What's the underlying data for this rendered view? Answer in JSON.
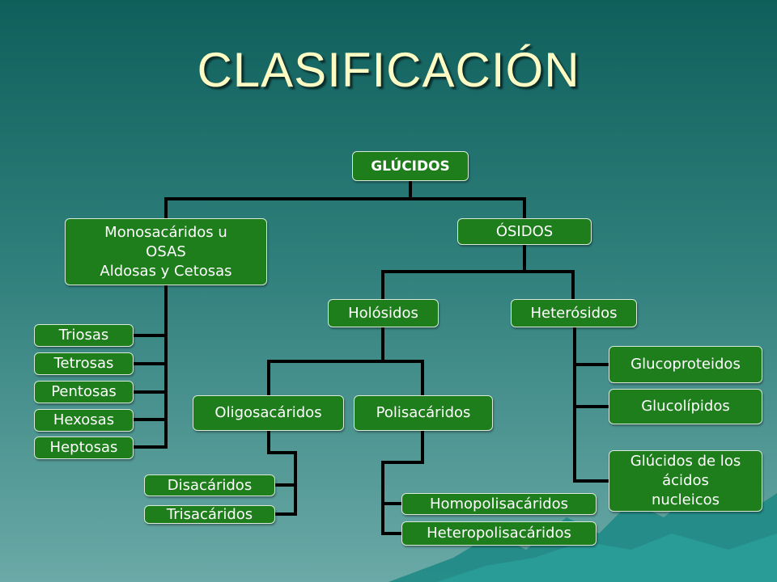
{
  "title": "CLASIFICACIÓN",
  "nodes": {
    "glucidos": "GLÚCIDOS",
    "monosacaridos": [
      "Monosacáridos u",
      "OSAS",
      "Aldosas y Cetosas"
    ],
    "osidos": "ÓSIDOS",
    "holosidos": "Holósidos",
    "heterosidos": "Heterósidos",
    "triosas": "Triosas",
    "tetrosas": "Tetrosas",
    "pentosas": "Pentosas",
    "hexosas": "Hexosas",
    "heptosas": "Heptosas",
    "oligosacaridos": "Oligosacáridos",
    "polisacaridos": "Polisacáridos",
    "disacaridos": "Disacáridos",
    "trisacaridos": "Trisacáridos",
    "homopolisacaridos": "Homopolisacáridos",
    "heteropolisacaridos": "Heteropolisacáridos",
    "glucoproteidos": "Glucoproteidos",
    "glucolipidos": "Glucolípidos",
    "glucidos_acidos": [
      "Glúcidos de los",
      "ácidos",
      "nucleicos"
    ]
  },
  "colors": {
    "node_fill": "#1e7e1c",
    "title_text": "#fdfbc4",
    "connector": "#000000"
  }
}
